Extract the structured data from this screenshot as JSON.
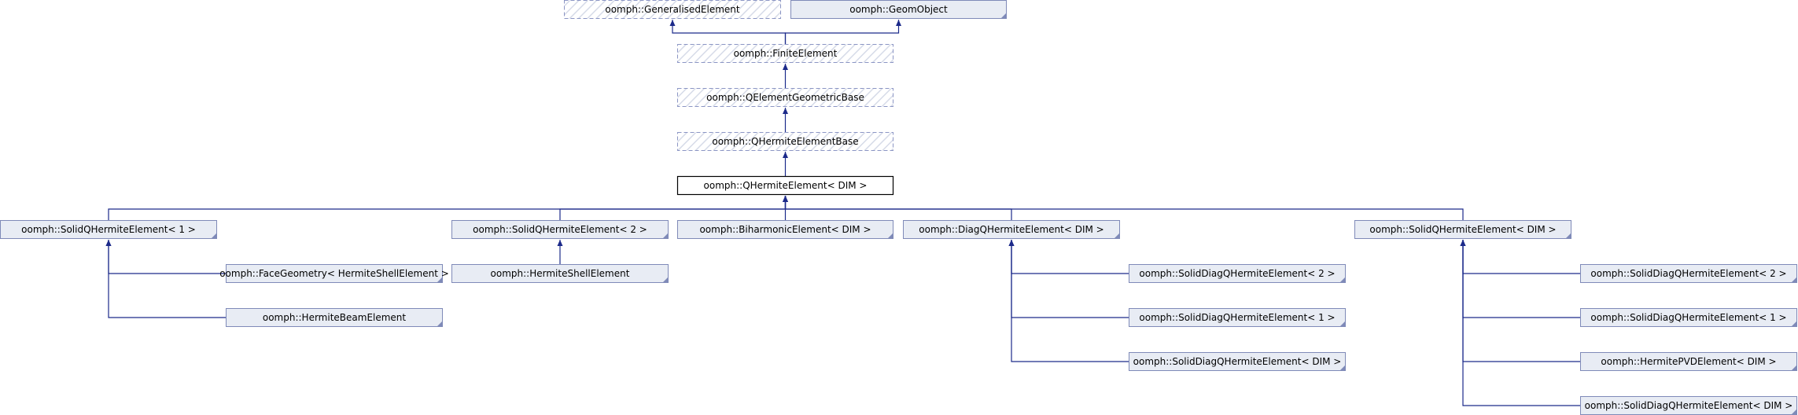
{
  "nodes": [
    {
      "id": "generalised",
      "label": "oomph::GeneralisedElement",
      "style": "dashed"
    },
    {
      "id": "geomobject",
      "label": "oomph::GeomObject",
      "style": "solid"
    },
    {
      "id": "finite",
      "label": "oomph::FiniteElement",
      "style": "dashed"
    },
    {
      "id": "qgeom",
      "label": "oomph::QElementGeometricBase",
      "style": "dashed"
    },
    {
      "id": "qhermbase",
      "label": "oomph::QHermiteElementBase",
      "style": "dashed"
    },
    {
      "id": "qherm",
      "label": "oomph::QHermiteElement< DIM >",
      "style": "current"
    },
    {
      "id": "solid1",
      "label": "oomph::SolidQHermiteElement< 1 >",
      "style": "solid"
    },
    {
      "id": "solid2",
      "label": "oomph::SolidQHermiteElement< 2 >",
      "style": "solid"
    },
    {
      "id": "biharm",
      "label": "oomph::BiharmonicElement< DIM >",
      "style": "solid"
    },
    {
      "id": "diag",
      "label": "oomph::DiagQHermiteElement< DIM >",
      "style": "solid"
    },
    {
      "id": "soliddim",
      "label": "oomph::SolidQHermiteElement< DIM >",
      "style": "solid"
    },
    {
      "id": "facegeom",
      "label": "oomph::FaceGeometry< HermiteShellElement >",
      "style": "solid"
    },
    {
      "id": "beam",
      "label": "oomph::HermiteBeamElement",
      "style": "solid"
    },
    {
      "id": "shell",
      "label": "oomph::HermiteShellElement",
      "style": "solid"
    },
    {
      "id": "sdiag2a",
      "label": "oomph::SolidDiagQHermiteElement< 2 >",
      "style": "solid"
    },
    {
      "id": "sdiag1a",
      "label": "oomph::SolidDiagQHermiteElement< 1 >",
      "style": "solid"
    },
    {
      "id": "sdiagdima",
      "label": "oomph::SolidDiagQHermiteElement< DIM >",
      "style": "solid"
    },
    {
      "id": "sdiag2b",
      "label": "oomph::SolidDiagQHermiteElement< 2 >",
      "style": "solid"
    },
    {
      "id": "sdiag1b",
      "label": "oomph::SolidDiagQHermiteElement< 1 >",
      "style": "solid"
    },
    {
      "id": "pvd",
      "label": "oomph::HermitePVDElement< DIM >",
      "style": "solid"
    },
    {
      "id": "sdiagdimb",
      "label": "oomph::SolidDiagQHermiteElement< DIM >",
      "style": "solid"
    }
  ],
  "edges": [
    {
      "from": "finite",
      "to": "generalised"
    },
    {
      "from": "finite",
      "to": "geomobject"
    },
    {
      "from": "qgeom",
      "to": "finite"
    },
    {
      "from": "qhermbase",
      "to": "qgeom"
    },
    {
      "from": "qherm",
      "to": "qhermbase"
    },
    {
      "from": "solid1",
      "to": "qherm"
    },
    {
      "from": "solid2",
      "to": "qherm"
    },
    {
      "from": "biharm",
      "to": "qherm"
    },
    {
      "from": "diag",
      "to": "qherm"
    },
    {
      "from": "soliddim",
      "to": "qherm"
    },
    {
      "from": "facegeom",
      "to": "solid1"
    },
    {
      "from": "beam",
      "to": "solid1"
    },
    {
      "from": "shell",
      "to": "solid2"
    },
    {
      "from": "sdiag2a",
      "to": "diag"
    },
    {
      "from": "sdiag1a",
      "to": "diag"
    },
    {
      "from": "sdiagdima",
      "to": "diag"
    },
    {
      "from": "sdiag2b",
      "to": "soliddim"
    },
    {
      "from": "sdiag1b",
      "to": "soliddim"
    },
    {
      "from": "pvd",
      "to": "soliddim"
    },
    {
      "from": "sdiagdimb",
      "to": "soliddim"
    }
  ]
}
